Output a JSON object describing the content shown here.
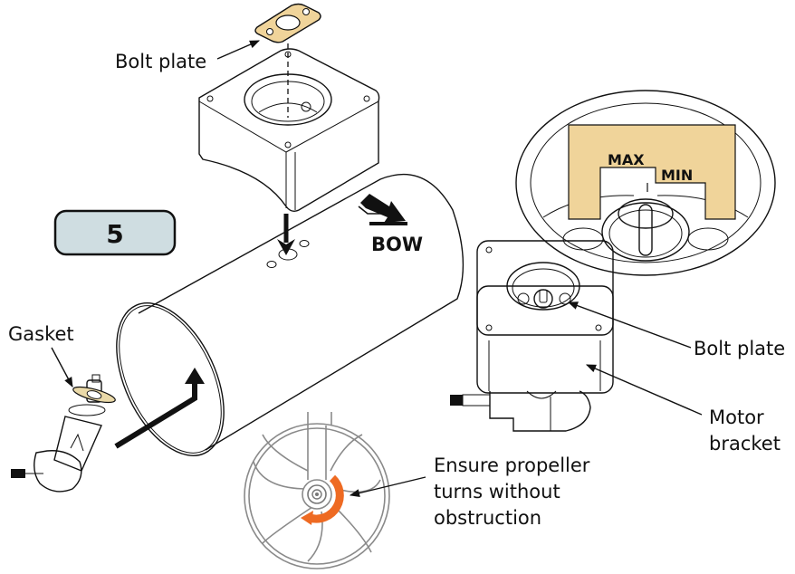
{
  "diagram": {
    "step_badge": {
      "number": "5"
    },
    "labels": {
      "bolt_plate_top": "Bolt plate",
      "gasket": "Gasket",
      "bow": "BOW",
      "max": "MAX",
      "min": "MIN",
      "bolt_plate_right": "Bolt plate",
      "motor_bracket": [
        "Motor",
        "bracket"
      ],
      "propeller_note": [
        "Ensure propeller",
        "turns without",
        "obstruction"
      ]
    },
    "colors": {
      "badge_fill": "#cfdde1",
      "plate_fill": "#f0d49a",
      "gasket_fill": "#ead9a8",
      "rotation_arrow": "#ee6a22",
      "line": "#111111"
    },
    "components": [
      "bolt-plate",
      "motor-bracket",
      "tunnel-tube",
      "gear-leg",
      "gasket",
      "propeller",
      "motor"
    ]
  }
}
